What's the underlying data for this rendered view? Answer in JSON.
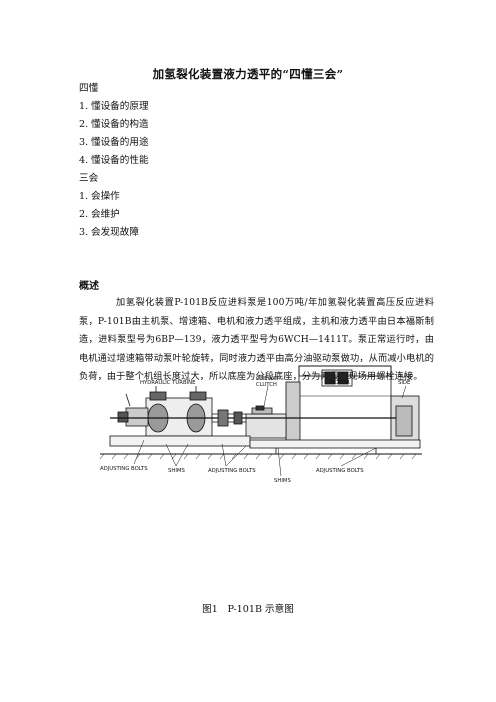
{
  "document": {
    "title": "加氢裂化装置液力透平的“四懂三会”",
    "four_understand": {
      "heading": "四懂",
      "items": [
        {
          "num": "1.",
          "text": "懂设备的原理"
        },
        {
          "num": "2.",
          "text": "懂设备的构造"
        },
        {
          "num": "3.",
          "text": "懂设备的用途"
        },
        {
          "num": "4.",
          "text": "懂设备的性能"
        }
      ]
    },
    "three_can": {
      "heading": "三会",
      "items": [
        {
          "num": "1.",
          "text": "会操作"
        },
        {
          "num": "2.",
          "text": "会维护"
        },
        {
          "num": "3.",
          "text": "会发现故障"
        }
      ]
    },
    "overview": {
      "heading": "概述",
      "paragraph": "加氢裂化装置P-101B反应进料泵是100万吨/年加氢裂化装置高压反应进料泵，P-101B由主机泵、增速箱、电机和液力透平组成，主机和液力透平由日本福斯制造，进料泵型号为6BP—139，液力透平型号为6WCH—1411T。泵正常运行时，由电机通过增速箱带动泵叶轮旋转，同时液力透平由高分油驱动泵做功，从而减小电机的负荷，由于整个机组长度过大，所以底座为分段底座，分为两段，现场用螺栓连接。"
    },
    "figure": {
      "labels": {
        "hydraulic_turbine": "HYDRAULIC TURBINE",
        "oneway_clutch_1": "ONEWAY",
        "oneway_clutch_2": "CLUTCH",
        "motor": "MOTOR",
        "pump_side_1": "PUMP",
        "pump_side_2": "SIDE",
        "adjusting_bolts_left": "ADJUSTING BOLTS",
        "shims_left": "SHIMS",
        "adjusting_bolts_mid": "ADJUSTING BOLTS",
        "shims_mid": "SHIMS",
        "adjusting_bolts_right": "ADJUSTING BOLTS"
      },
      "caption": "图1　P-101B 示意图"
    }
  }
}
